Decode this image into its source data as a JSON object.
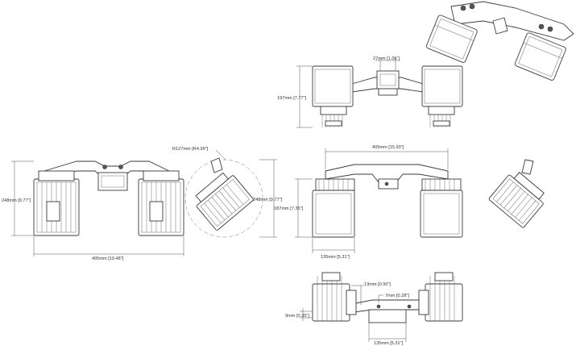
{
  "dimensions": {
    "front_overall_width": "495mm [19.48\"]",
    "front_overall_height": "248mm [9.77\"]",
    "side_radius": "R127mm [R4.99\"]",
    "side_height": "248mm [9.77\"]",
    "top_center_width": "27mm [1.06\"]",
    "top_view_height": "197mm [7.77\"]",
    "rear_overall_width": "405mm [15.93\"]",
    "rear_head_height": "187mm [7.35\"]",
    "rear_head_width": "135mm [5.31\"]",
    "bottom_offset_a": "13mm [0.50\"]",
    "bottom_offset_b": "7mm [0.28\"]",
    "bottom_mount_width": "135mm [5.31\"]",
    "bottom_side_offset": "9mm [0.35\"]"
  },
  "colors": {
    "line": "#3a3a3a",
    "background": "#ffffff"
  }
}
